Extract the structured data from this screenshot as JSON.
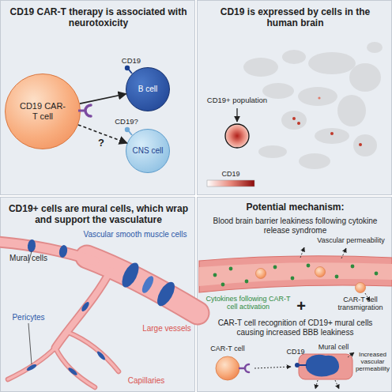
{
  "diagram": {
    "nodes": [
      {
        "text": [
          "CD19 CAR-T therapy is associated with neurotoxicity"
        ]
      },
      {
        "text": [
          "CD19 CAR-T cell"
        ],
        "in": 0
      },
      {
        "text": [
          "B cell"
        ],
        "in": 0
      },
      {
        "text": [
          "CNS cell"
        ],
        "in": 0
      },
      {
        "text": [
          "CD19 is expressed by cells in the human brain"
        ]
      },
      {
        "text": [
          "CD19+ cells are mural cells, which wrap and support the vasculature"
        ]
      },
      {
        "text": [
          "Potential mechanism:",
          "Blood brain barrier leakiness following cytokine release syndrome",
          "CAR-T cell recognition of CD19+ mural cells causing increased BBB leakiness"
        ]
      }
    ],
    "edges": [
      {
        "from": 1,
        "to": 2,
        "arrow": "to"
      },
      {
        "from": 1,
        "to": 3,
        "arrow": "to",
        "label": "?"
      }
    ],
    "labels": [
      "CD19",
      "CD19?",
      "CD19+ population",
      "CD19",
      "Vascular smooth muscle cells",
      "Mural cells",
      "Large vessels",
      "Capillaries",
      "Pericytes",
      "Vascular permeability",
      "Cytokines following CAR-T cell activation",
      "CAR-T cell transmigration",
      "+",
      "CAR-T cell",
      "CD19",
      "Mural cell",
      "Increased vascular permeability"
    ]
  }
}
